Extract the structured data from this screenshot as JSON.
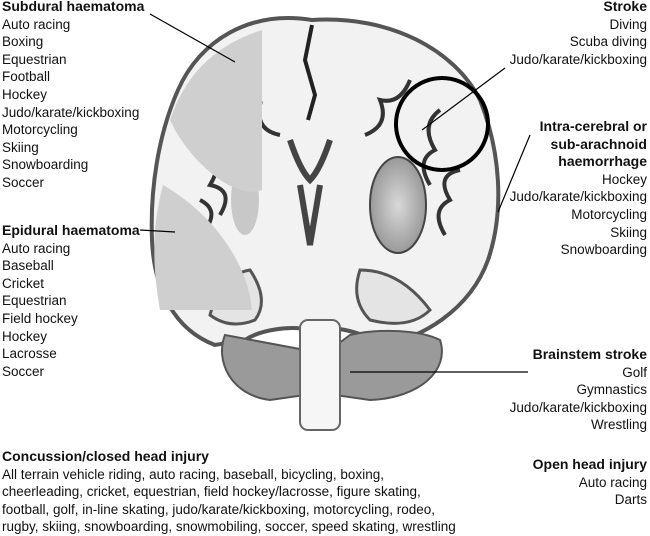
{
  "subdural": {
    "title": "Subdural haematoma",
    "items": [
      "Auto racing",
      "Boxing",
      "Equestrian",
      "Football",
      "Hockey",
      "Judo/karate/kickboxing",
      "Motorcycling",
      "Skiing",
      "Snowboarding",
      "Soccer"
    ]
  },
  "epidural": {
    "title": "Epidural haematoma",
    "items": [
      "Auto racing",
      "Baseball",
      "Cricket",
      "Equestrian",
      "Field hockey",
      "Hockey",
      "Lacrosse",
      "Soccer"
    ]
  },
  "stroke": {
    "title": "Stroke",
    "items": [
      "Diving",
      "Scuba diving",
      "Judo/karate/kickboxing"
    ]
  },
  "intracerebral": {
    "title_lines": [
      "Intra-cerebral or",
      "sub-arachnoid",
      "haemorrhage"
    ],
    "items": [
      "Hockey",
      "Judo/karate/kickboxing",
      "Motorcycling",
      "Skiing",
      "Snowboarding"
    ]
  },
  "brainstem": {
    "title": "Brainstem stroke",
    "items": [
      "Golf",
      "Gymnastics",
      "Judo/karate/kickboxing",
      "Wrestling"
    ]
  },
  "open_head": {
    "title": "Open head injury",
    "items": [
      "Auto racing",
      "Darts"
    ]
  },
  "concussion": {
    "title": "Concussion/closed head injury",
    "lines": [
      "All terrain vehicle riding, auto racing, baseball, bicycling, boxing,",
      "cheerleading, cricket, equestrian, field hockey/lacrosse, figure skating,",
      "football, golf, in-line skating, judo/karate/kickboxing, motorcycling, rodeo,",
      "rugby, skiing, snowboarding, snowmobiling, soccer, speed skating, wrestling"
    ]
  }
}
